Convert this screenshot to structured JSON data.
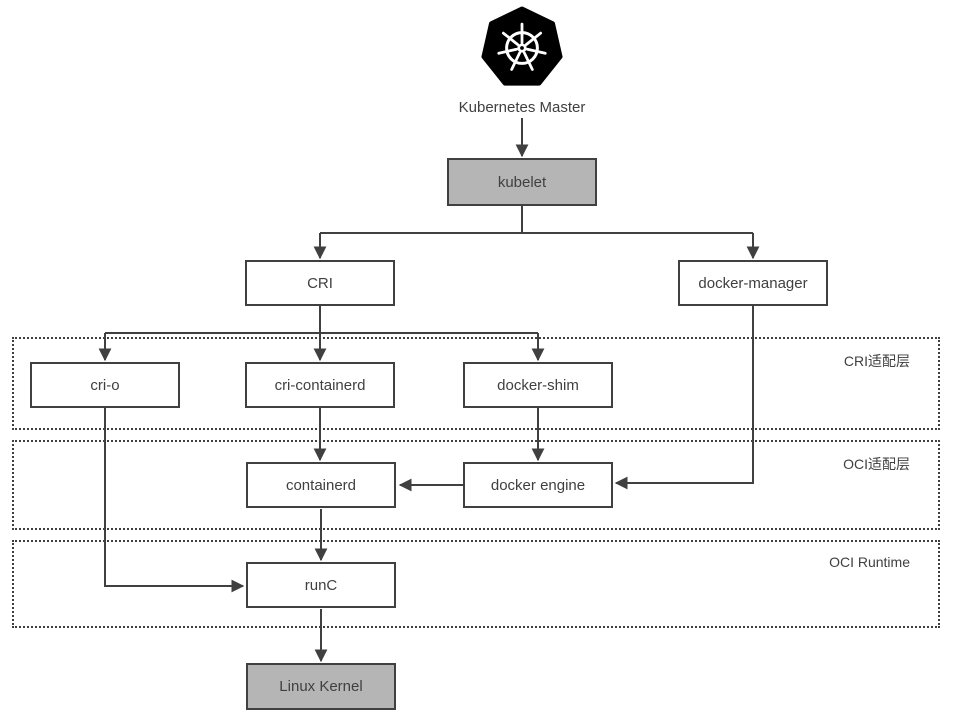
{
  "diagram": {
    "title": "Kubernetes Master",
    "nodes": {
      "kubelet": "kubelet",
      "cri": "CRI",
      "docker_manager": "docker-manager",
      "cri_o": "cri-o",
      "cri_containerd": "cri-containerd",
      "docker_shim": "docker-shim",
      "containerd": "containerd",
      "docker_engine": "docker engine",
      "runc": "runC",
      "linux_kernel": "Linux Kernel"
    },
    "regions": {
      "cri_layer": "CRI适配层",
      "oci_layer": "OCI适配层",
      "oci_runtime": "OCI Runtime"
    },
    "icons": {
      "kubernetes_logo": "kubernetes-helm-icon"
    },
    "colors": {
      "line": "#404040",
      "box_border": "#404040",
      "gray_fill": "#b5b5b5",
      "white_fill": "#ffffff",
      "text": "#404040",
      "logo": "#000000"
    }
  }
}
